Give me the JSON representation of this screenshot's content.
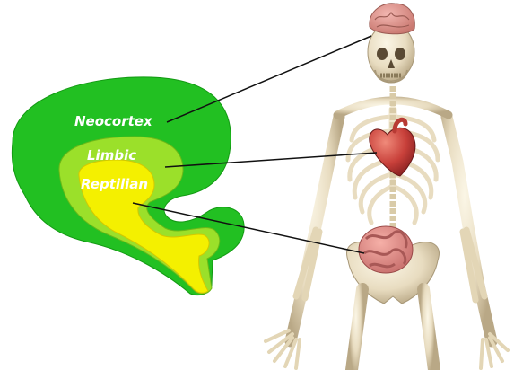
{
  "brain_model": {
    "layers": [
      {
        "id": "neocortex",
        "label": "Neocortex",
        "color": "#22c022"
      },
      {
        "id": "limbic",
        "label": "Limbic",
        "color": "#9be02a"
      },
      {
        "id": "reptilian",
        "label": "Reptilian",
        "color": "#f4f000"
      }
    ],
    "connections": [
      {
        "from": "neocortex",
        "to": "skull-brain"
      },
      {
        "from": "limbic",
        "to": "heart"
      },
      {
        "from": "reptilian",
        "to": "intestines"
      }
    ]
  }
}
